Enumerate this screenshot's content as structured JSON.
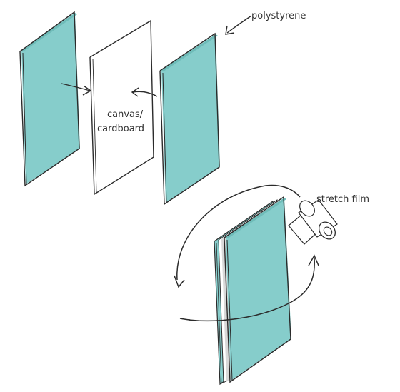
{
  "labels": {
    "polystyrene": "polystyrene",
    "canvas_line1": "canvas/",
    "canvas_line2": "cardboard",
    "stretch_film": "stretch film"
  },
  "colors": {
    "teal": "#86CDCB",
    "ink": "#2b2b2b",
    "paper": "#ffffff",
    "edge_gray": "#d8d8d8"
  }
}
